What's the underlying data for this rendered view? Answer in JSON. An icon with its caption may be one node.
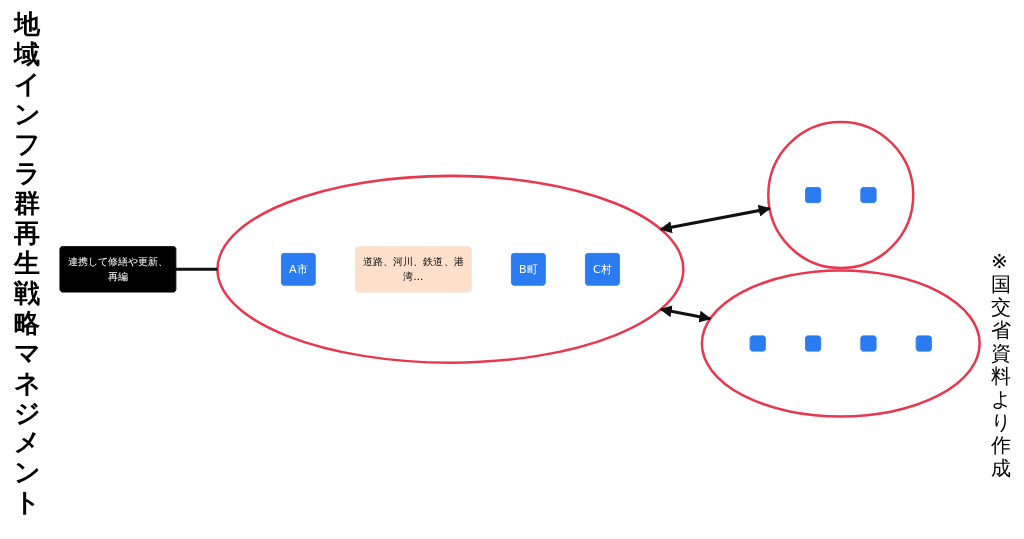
{
  "diagram": {
    "title": "地域インフラ群再生戦略マネジメント",
    "caption": "※国交省資料より作成",
    "nodes": [
      {
        "text": [],
        "shape": "circle"
      },
      {
        "text": [
          "A市"
        ],
        "in": 0
      },
      {
        "text": [
          "道路、河川、鉄道、港湾…"
        ],
        "in": 0
      },
      {
        "text": [
          "B町"
        ],
        "in": 0
      },
      {
        "text": [
          "C村"
        ],
        "in": 0
      },
      {
        "text": [
          "連携して修繕や更新、再編"
        ]
      },
      {
        "text": [],
        "shape": "circle"
      },
      {
        "text": [],
        "shape": "box",
        "in": 6
      },
      {
        "text": [],
        "shape": "box",
        "in": 6
      },
      {
        "text": [],
        "shape": "circle"
      },
      {
        "text": [],
        "shape": "box",
        "in": 9
      },
      {
        "text": [],
        "shape": "box",
        "in": 9
      },
      {
        "text": [],
        "shape": "box",
        "in": 9
      },
      {
        "text": [],
        "shape": "box",
        "in": 9
      }
    ],
    "edges": [
      {
        "from": 5,
        "to": 0,
        "arrow": "none"
      },
      {
        "from": 0,
        "to": 6,
        "arrow": "both"
      },
      {
        "from": 0,
        "to": 9,
        "arrow": "both"
      }
    ]
  }
}
